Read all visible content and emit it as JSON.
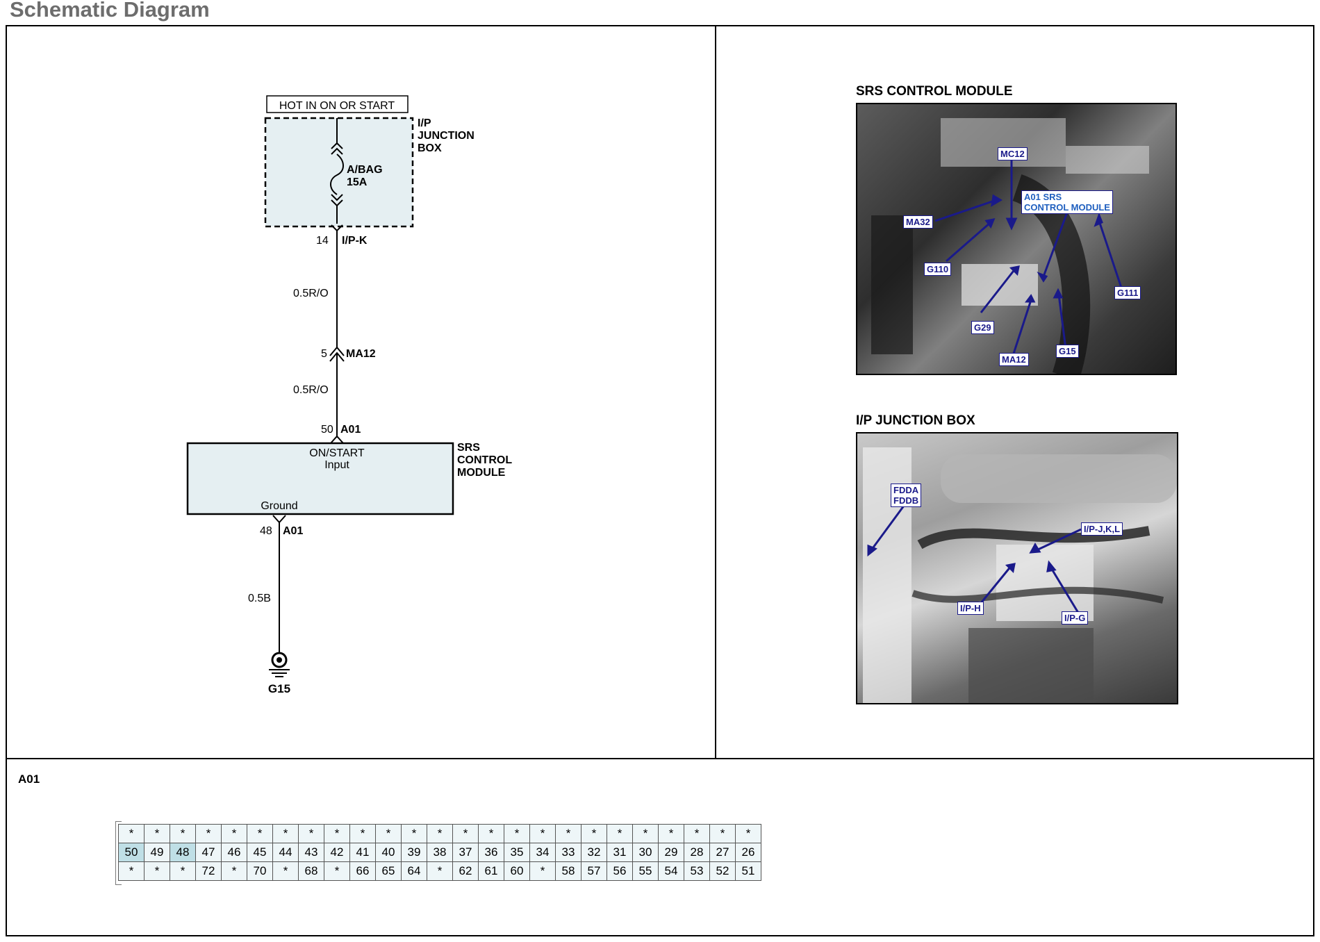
{
  "page_title": "Schematic Diagram",
  "schematic": {
    "hot_label": "HOT IN ON OR START",
    "junction_box_label": "I/P\nJUNCTION\nBOX",
    "fuse_name": "A/BAG",
    "fuse_rating": "15A",
    "pin_top_num": "14",
    "pin_top_conn": "I/P-K",
    "wire_1": "0.5R/O",
    "inline_pin_num": "5",
    "inline_conn": "MA12",
    "wire_2": "0.5R/O",
    "module_in_pin_num": "50",
    "module_in_conn": "A01",
    "module_input_line1": "ON/START",
    "module_input_line2": "Input",
    "module_ground": "Ground",
    "module_label": "SRS\nCONTROL\nMODULE",
    "module_out_pin_num": "48",
    "module_out_conn": "A01",
    "wire_3": "0.5B",
    "ground_label": "G15"
  },
  "photo1": {
    "title": "SRS CONTROL MODULE",
    "callouts": {
      "mc12": "MC12",
      "a01": "A01 SRS\nCONTROL MODULE",
      "ma32": "MA32",
      "g110": "G110",
      "g111": "G111",
      "g29": "G29",
      "ma12": "MA12",
      "g15": "G15"
    }
  },
  "photo2": {
    "title": "I/P JUNCTION BOX",
    "callouts": {
      "fdda": "FDDA\nFDDB",
      "ipjkl": "I/P-J,K,L",
      "iph": "I/P-H",
      "ipg": "I/P-G"
    }
  },
  "connector": {
    "label": "A01",
    "highlight": [
      "50",
      "48"
    ],
    "rows": [
      [
        "*",
        "*",
        "*",
        "*",
        "*",
        "*",
        "*",
        "*",
        "*",
        "*",
        "*",
        "*",
        "*",
        "*",
        "*",
        "*",
        "*",
        "*",
        "*",
        "*",
        "*",
        "*",
        "*",
        "*",
        "*"
      ],
      [
        "50",
        "49",
        "48",
        "47",
        "46",
        "45",
        "44",
        "43",
        "42",
        "41",
        "40",
        "39",
        "38",
        "37",
        "36",
        "35",
        "34",
        "33",
        "32",
        "31",
        "30",
        "29",
        "28",
        "27",
        "26"
      ],
      [
        "*",
        "*",
        "*",
        "72",
        "*",
        "70",
        "*",
        "68",
        "*",
        "66",
        "65",
        "64",
        "*",
        "62",
        "61",
        "60",
        "*",
        "58",
        "57",
        "56",
        "55",
        "54",
        "53",
        "52",
        "51"
      ]
    ]
  }
}
